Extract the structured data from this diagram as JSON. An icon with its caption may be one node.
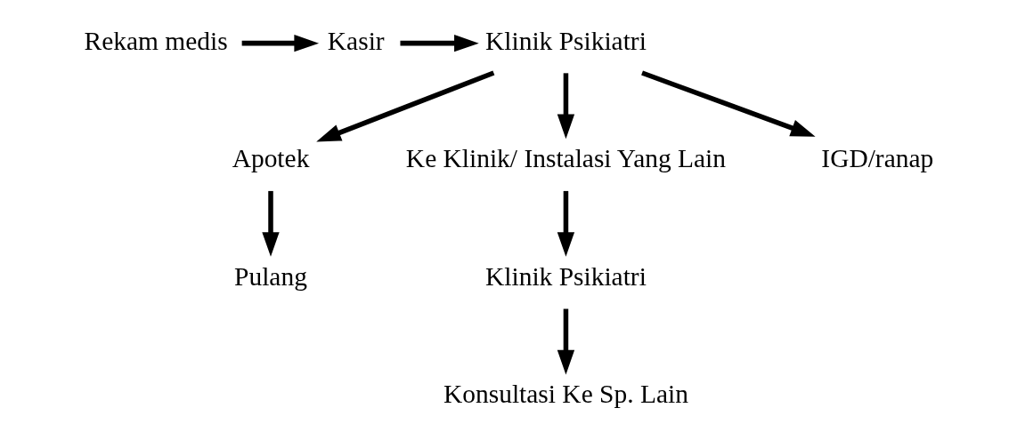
{
  "diagram": {
    "nodes": [
      {
        "text": [
          "Rekam medis"
        ]
      },
      {
        "text": [
          "Kasir"
        ]
      },
      {
        "text": [
          "Klinik Psikiatri"
        ]
      },
      {
        "text": [
          "Apotek"
        ]
      },
      {
        "text": [
          "Ke Klinik/ Instalasi Yang Lain"
        ]
      },
      {
        "text": [
          "IGD/ranap"
        ]
      },
      {
        "text": [
          "Pulang"
        ]
      },
      {
        "text": [
          "Klinik Psikiatri"
        ]
      },
      {
        "text": [
          "Konsultasi Ke Sp. Lain"
        ]
      }
    ],
    "edges": [
      {
        "from": 0,
        "to": 1,
        "arrow": "to"
      },
      {
        "from": 1,
        "to": 2,
        "arrow": "to"
      },
      {
        "from": 2,
        "to": 3,
        "arrow": "to"
      },
      {
        "from": 2,
        "to": 4,
        "arrow": "to"
      },
      {
        "from": 2,
        "to": 5,
        "arrow": "to"
      },
      {
        "from": 3,
        "to": 6,
        "arrow": "to"
      },
      {
        "from": 4,
        "to": 7,
        "arrow": "to"
      },
      {
        "from": 7,
        "to": 8,
        "arrow": "to"
      }
    ]
  }
}
